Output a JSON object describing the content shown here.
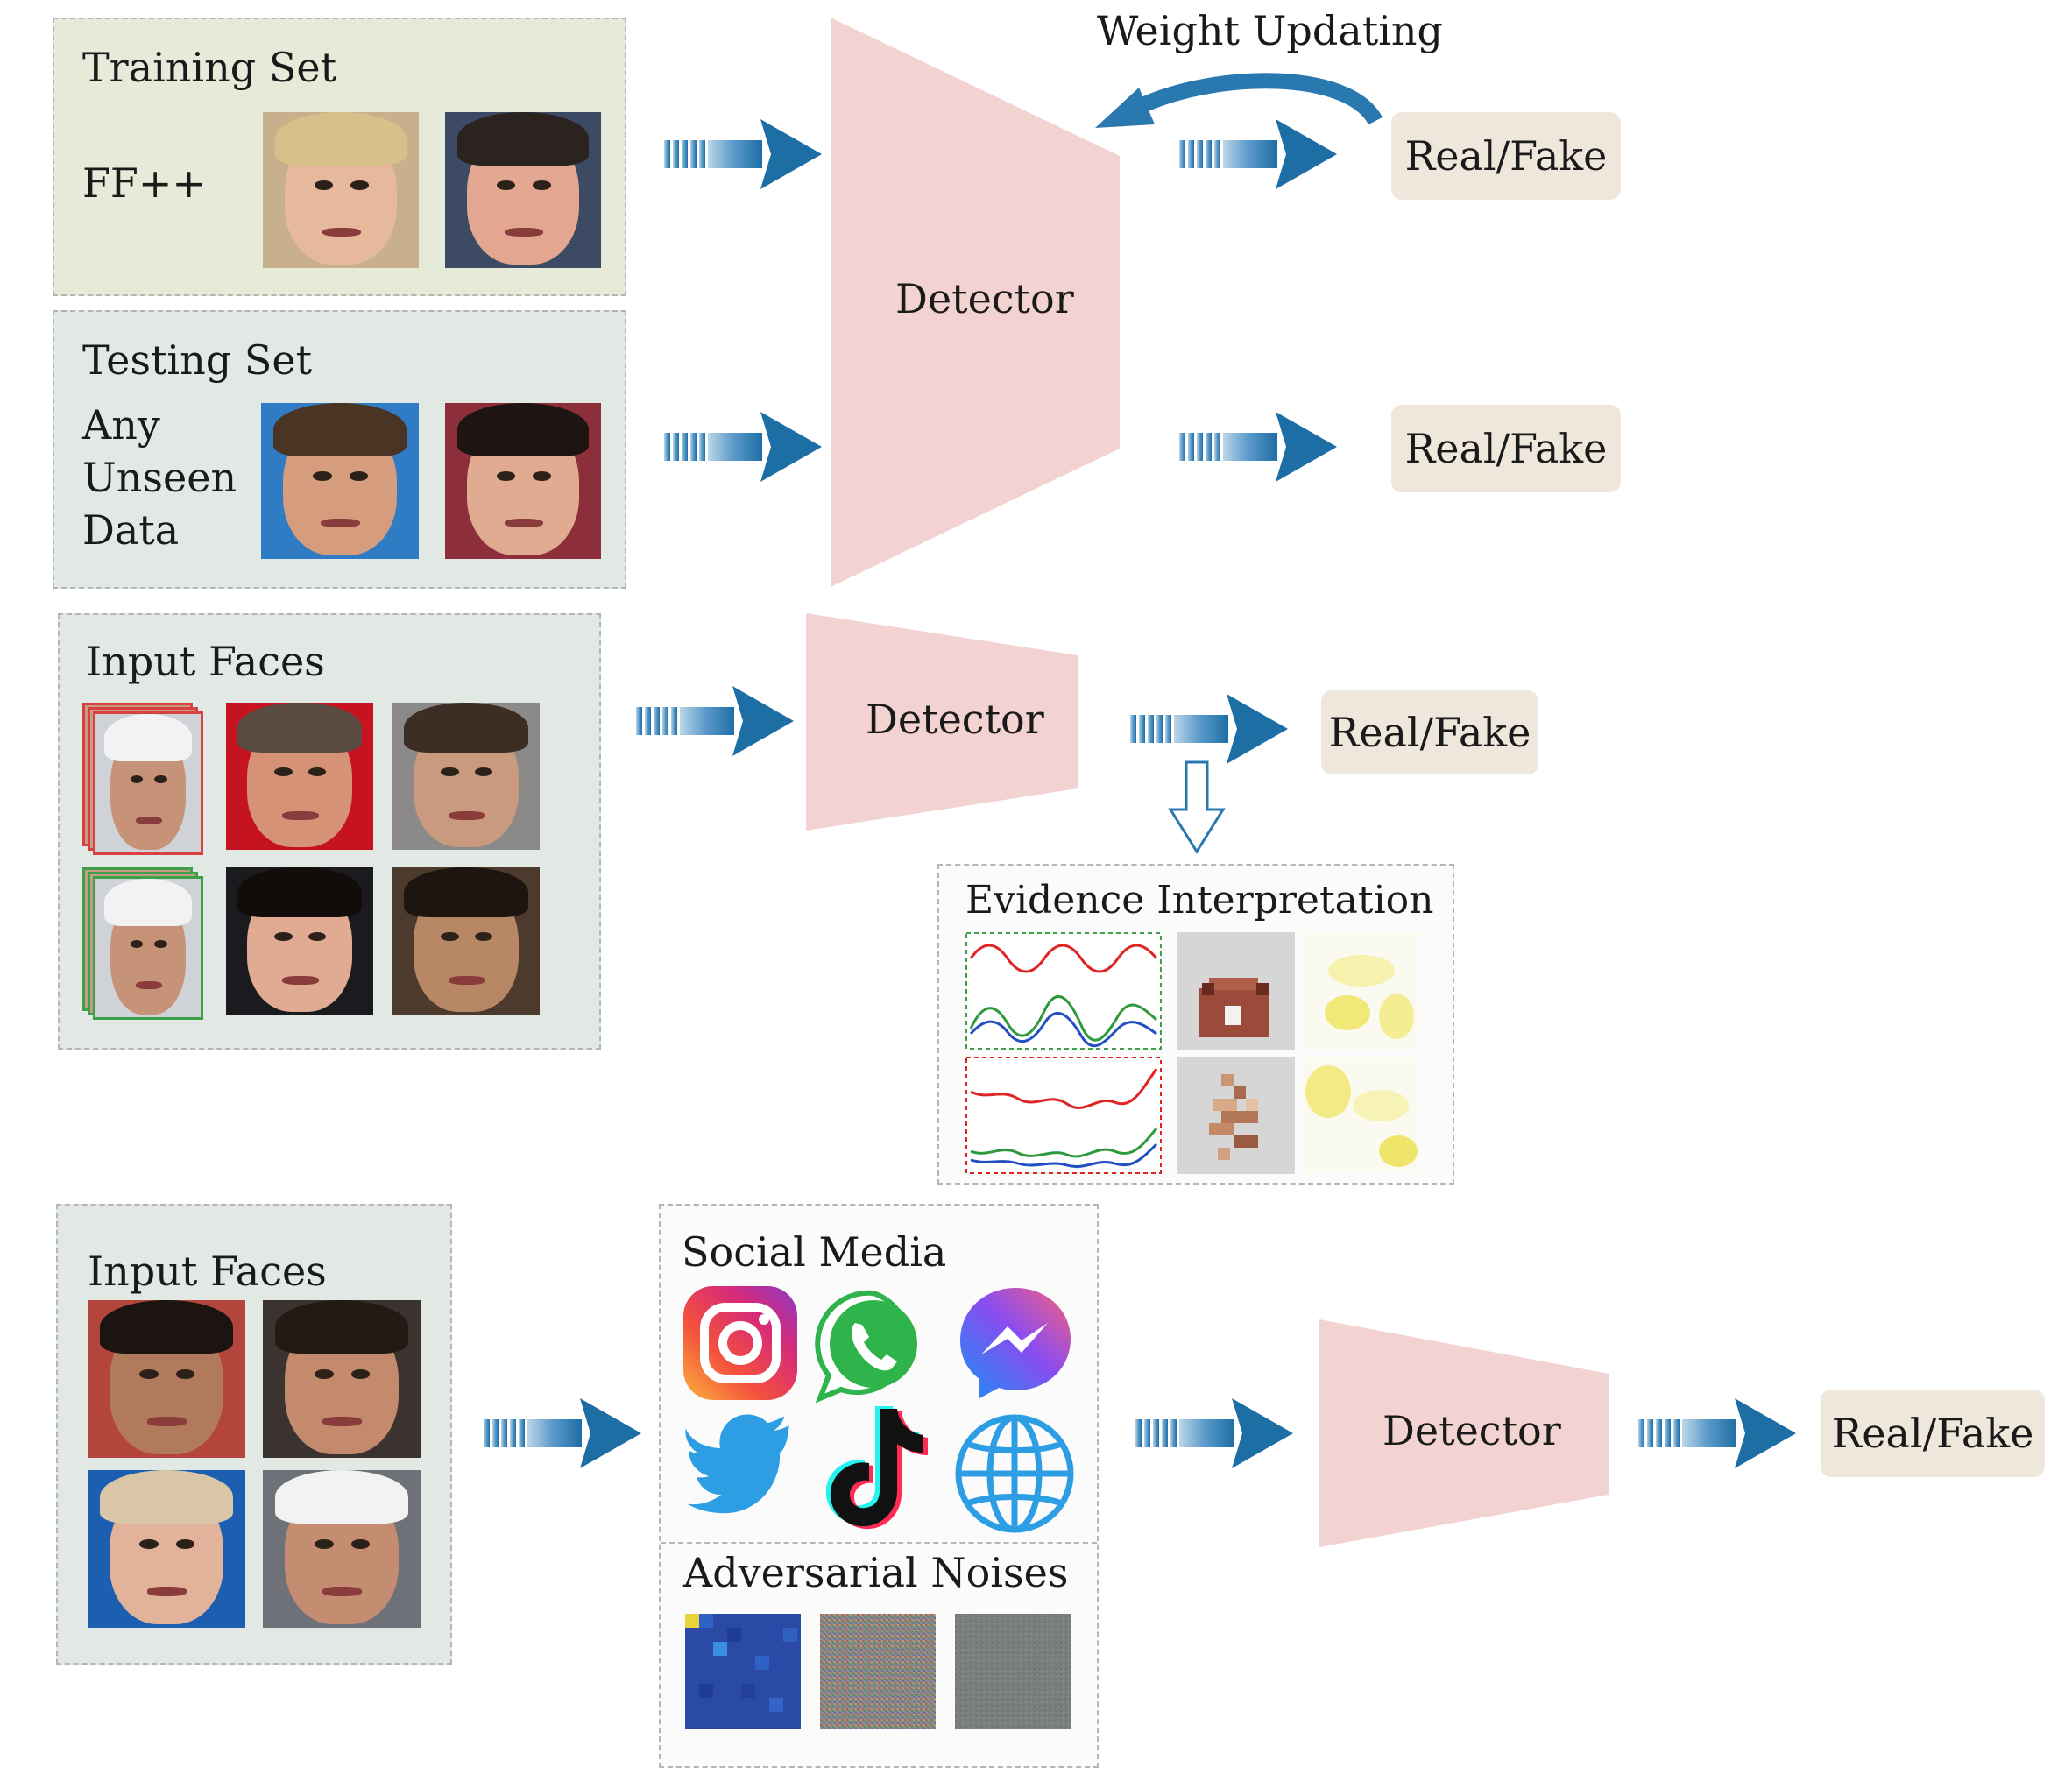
{
  "panels": {
    "training": {
      "title": "Training Set",
      "dataset": "FF++"
    },
    "testing": {
      "title": "Testing Set",
      "line1": "Any",
      "line2": "Unseen",
      "line3": "Data"
    },
    "input_faces_mid": {
      "title": "Input Faces"
    },
    "evidence": {
      "title": "Evidence Interpretation"
    },
    "input_faces_bottom": {
      "title": "Input Faces"
    },
    "social_media": {
      "title": "Social Media"
    },
    "adversarial": {
      "title": "Adversarial Noises"
    }
  },
  "detector": {
    "label": "Detector"
  },
  "output": {
    "label": "Real/Fake"
  },
  "weight_updating": {
    "label": "Weight Updating"
  },
  "colors": {
    "arrow": "#2a78b0",
    "detector": "#f3d2d2",
    "output_box": "#efe6dc",
    "training_bg": "#e6ead8",
    "panel_bg": "#e2e9e5"
  },
  "icons": [
    "instagram-icon",
    "whatsapp-icon",
    "messenger-icon",
    "twitter-icon",
    "tiktok-icon",
    "globe-icon"
  ]
}
